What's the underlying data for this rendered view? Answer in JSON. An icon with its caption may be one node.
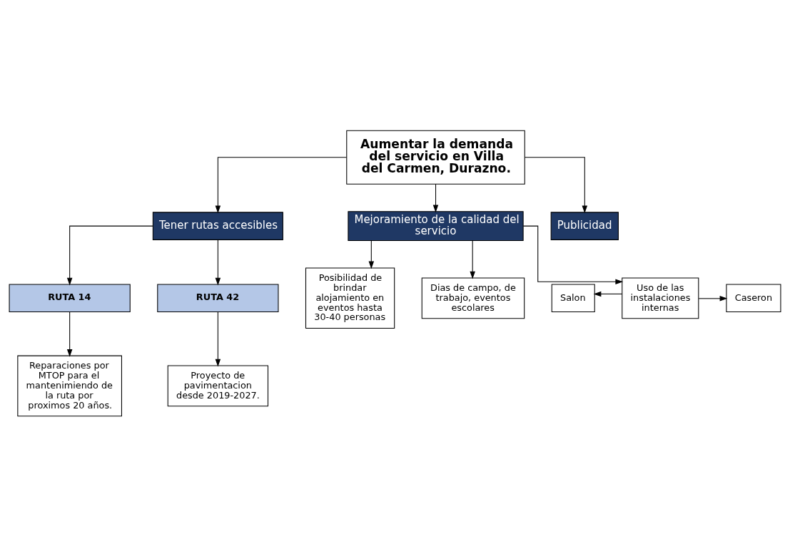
{
  "diagram": {
    "nodes": [
      {
        "text": [
          "Aumentar la demanda del servicio en Villa del Carmen, Durazno."
        ]
      },
      {
        "text": [
          "Tener rutas accesibles"
        ]
      },
      {
        "text": [
          "Mejoramiento de la calidad del servicio"
        ]
      },
      {
        "text": [
          "RUTA 14"
        ]
      },
      {
        "text": [
          "RUTA 42"
        ]
      },
      {
        "text": [
          "Reparaciones por MTOP para el mantenimiendo de la ruta por proximos 20 años."
        ]
      },
      {
        "text": [
          "Proyecto de pavimentacion desde 2019-2027."
        ]
      },
      {
        "text": [
          "Publicidad"
        ]
      },
      {
        "text": [
          "Posibilidad de brindar alojamiento en eventos hasta 30-40 personas"
        ]
      },
      {
        "text": [
          "Dias de campo, de trabajo, eventos escolares"
        ]
      },
      {
        "text": [
          "Uso de las instalaciones internas"
        ]
      },
      {
        "text": [
          "Salon"
        ]
      },
      {
        "text": [
          "Caseron"
        ]
      }
    ],
    "edges": [
      {
        "from": 0,
        "to": 1,
        "arrow": "to"
      },
      {
        "from": 0,
        "to": 2,
        "arrow": "to"
      },
      {
        "from": 0,
        "to": 7,
        "arrow": "to"
      },
      {
        "from": 1,
        "to": 3,
        "arrow": "to"
      },
      {
        "from": 1,
        "to": 4,
        "arrow": "to"
      },
      {
        "from": 3,
        "to": 5,
        "arrow": "to"
      },
      {
        "from": 4,
        "to": 6,
        "arrow": "to"
      },
      {
        "from": 2,
        "to": 8,
        "arrow": "to"
      },
      {
        "from": 2,
        "to": 9,
        "arrow": "to"
      },
      {
        "from": 2,
        "to": 10,
        "arrow": "to"
      },
      {
        "from": 10,
        "to": 11,
        "arrow": "to"
      },
      {
        "from": 10,
        "to": 12,
        "arrow": "to"
      }
    ]
  }
}
